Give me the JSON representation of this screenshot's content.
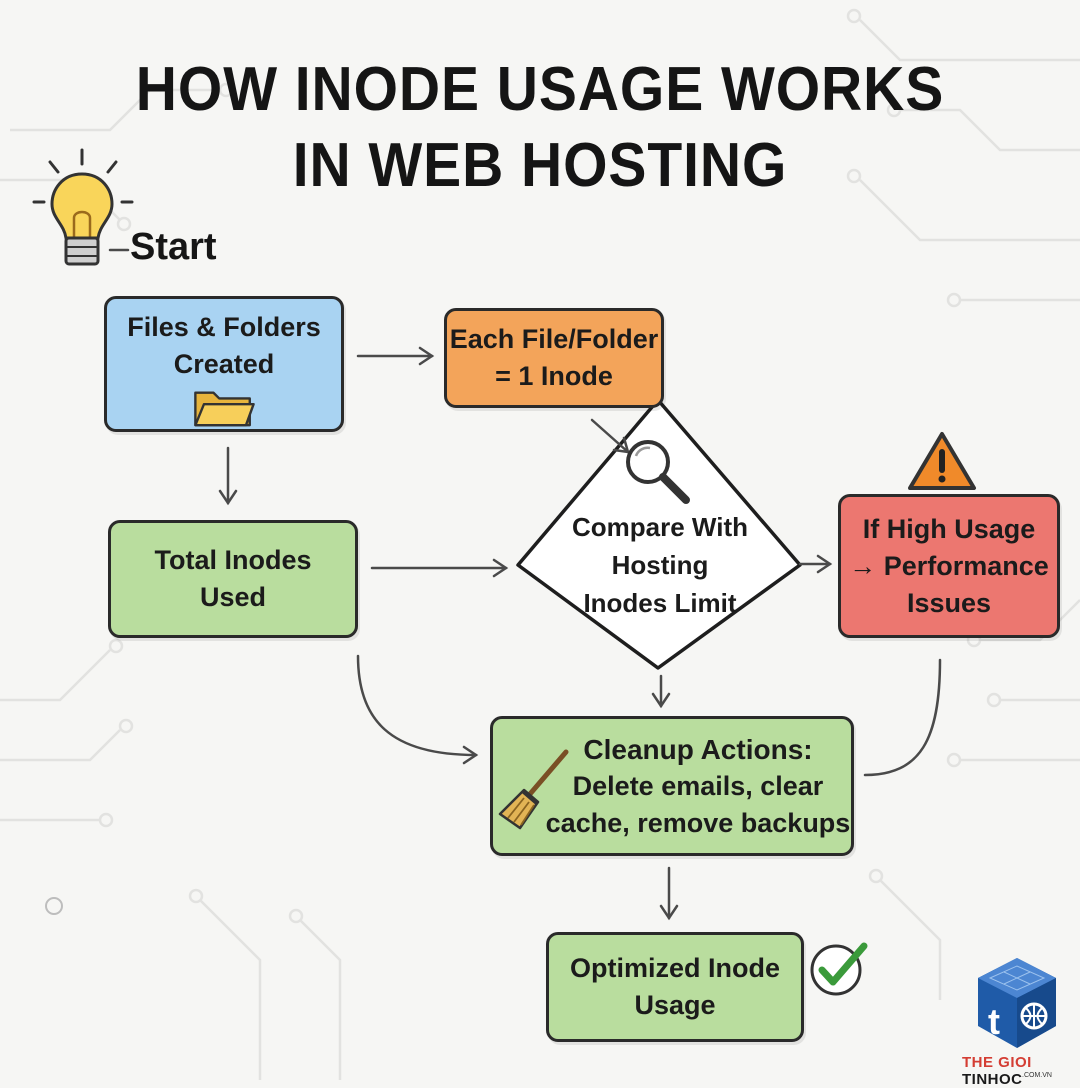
{
  "title": {
    "line1": "HOW INODE USAGE WORKS",
    "line2": "IN WEB HOSTING"
  },
  "start_label": "Start",
  "nodes": {
    "files_created": "Files & Folders\nCreated",
    "each_file": "Each File/Folder\n= 1 Inode",
    "total_inodes": "Total Inodes\nUsed",
    "compare": "Compare With\nHosting\nInodes Limit",
    "high_usage": "If High Usage\n→ Performance\nIssues",
    "cleanup_title": "Cleanup Actions:",
    "cleanup_body": "Delete emails, clear\ncache, remove backups",
    "optimized": "Optimized Inode\nUsage"
  },
  "icons": [
    "lightbulb-icon",
    "folder-icon",
    "magnifier-icon",
    "warning-icon",
    "broom-icon",
    "checkmark-icon"
  ],
  "brand": {
    "part1": "THE GIOI",
    "part2": "TINHOC",
    "domain": ".COM.VN"
  },
  "colors": {
    "blue": "#a9d3f2",
    "orange": "#f3a45a",
    "green": "#b9dd9e",
    "red": "#ec7770",
    "brand_blue": "#1f5ba8"
  }
}
